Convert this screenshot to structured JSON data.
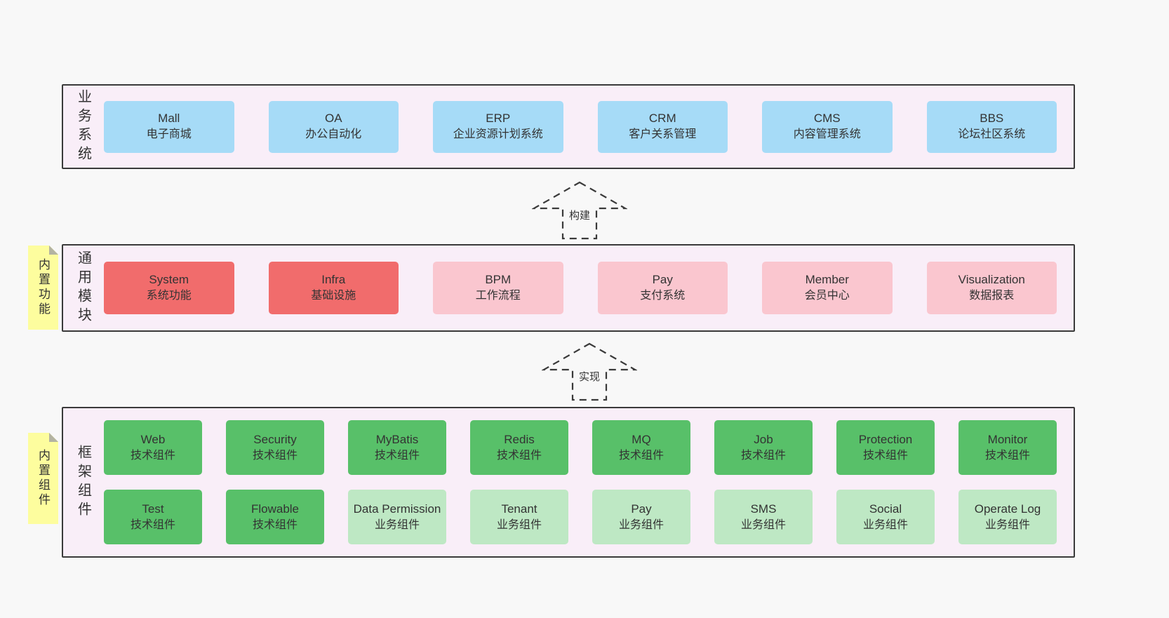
{
  "bands": [
    {
      "label": "业务系统",
      "boxes": [
        {
          "title": "Mall",
          "subtitle": "电子商城"
        },
        {
          "title": "OA",
          "subtitle": "办公自动化"
        },
        {
          "title": "ERP",
          "subtitle": "企业资源计划系统"
        },
        {
          "title": "CRM",
          "subtitle": "客户关系管理"
        },
        {
          "title": "CMS",
          "subtitle": "内容管理系统"
        },
        {
          "title": "BBS",
          "subtitle": "论坛社区系统"
        }
      ]
    },
    {
      "label": "通用模块",
      "note": "内置功能",
      "boxes": [
        {
          "title": "System",
          "subtitle": "系统功能"
        },
        {
          "title": "Infra",
          "subtitle": "基础设施"
        },
        {
          "title": "BPM",
          "subtitle": "工作流程"
        },
        {
          "title": "Pay",
          "subtitle": "支付系统"
        },
        {
          "title": "Member",
          "subtitle": "会员中心"
        },
        {
          "title": "Visualization",
          "subtitle": "数据报表"
        }
      ]
    },
    {
      "label": "框架组件",
      "note": "内置组件",
      "rows": [
        [
          {
            "title": "Web",
            "subtitle": "技术组件"
          },
          {
            "title": "Security",
            "subtitle": "技术组件"
          },
          {
            "title": "MyBatis",
            "subtitle": "技术组件"
          },
          {
            "title": "Redis",
            "subtitle": "技术组件"
          },
          {
            "title": "MQ",
            "subtitle": "技术组件"
          },
          {
            "title": "Job",
            "subtitle": "技术组件"
          },
          {
            "title": "Protection",
            "subtitle": "技术组件"
          },
          {
            "title": "Monitor",
            "subtitle": "技术组件"
          }
        ],
        [
          {
            "title": "Test",
            "subtitle": "技术组件"
          },
          {
            "title": "Flowable",
            "subtitle": "技术组件"
          },
          {
            "title": "Data Permission",
            "subtitle": "业务组件"
          },
          {
            "title": "Tenant",
            "subtitle": "业务组件"
          },
          {
            "title": "Pay",
            "subtitle": "业务组件"
          },
          {
            "title": "SMS",
            "subtitle": "业务组件"
          },
          {
            "title": "Social",
            "subtitle": "业务组件"
          },
          {
            "title": "Operate Log",
            "subtitle": "业务组件"
          }
        ]
      ]
    }
  ],
  "arrows": [
    {
      "label": "构建"
    },
    {
      "label": "实现"
    }
  ],
  "colors": {
    "business_box": "#a6dbf7",
    "core_module_box": "#f16c6c",
    "module_box": "#fac6cf",
    "tech_component_box": "#58c069",
    "biz_component_box": "#bee8c4",
    "band_background": "#f9eef8",
    "band_border": "#3a3a3a",
    "note_background": "#fdfd9e",
    "page_background": "#f8f8f8"
  }
}
